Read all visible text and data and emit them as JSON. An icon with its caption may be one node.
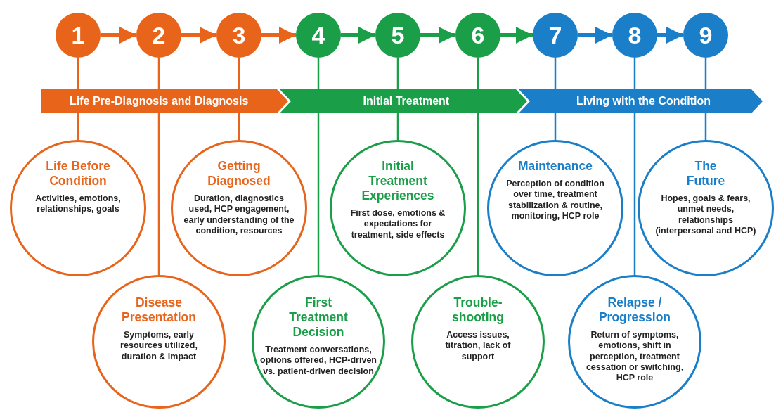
{
  "diagram": {
    "nodes": [
      {
        "text": [
          "1"
        ]
      },
      {
        "text": [
          "2"
        ]
      },
      {
        "text": [
          "3"
        ]
      },
      {
        "text": [
          "4"
        ]
      },
      {
        "text": [
          "5"
        ]
      },
      {
        "text": [
          "6"
        ]
      },
      {
        "text": [
          "7"
        ]
      },
      {
        "text": [
          "8"
        ]
      },
      {
        "text": [
          "9"
        ]
      },
      {
        "text": [
          "Life Pre-Diagnosis and Diagnosis"
        ]
      },
      {
        "text": [
          "Initial Treatment"
        ]
      },
      {
        "text": [
          "Living with the Condition"
        ]
      },
      {
        "text": [
          "Life Before Condition",
          "Activities, emotions, relationships, goals"
        ]
      },
      {
        "text": [
          "Disease Presentation",
          "Symptoms, early resources utilized, duration & impact"
        ]
      },
      {
        "text": [
          "Getting Diagnosed",
          "Duration, diagnostics used, HCP engagement, early understanding of the condition, resources"
        ]
      },
      {
        "text": [
          "First Treatment Decision",
          "Treatment conversations, options offered, HCP-driven vs. patient-driven decision"
        ]
      },
      {
        "text": [
          "Initial Treatment Experiences",
          "First dose, emotions & expectations for treatment, side effects"
        ]
      },
      {
        "text": [
          "Trouble-shooting",
          "Access issues, titration, lack of support"
        ]
      },
      {
        "text": [
          "Maintenance",
          "Perception of condition over time, treatment stabilization & routine, monitoring, HCP role"
        ]
      },
      {
        "text": [
          "Relapse / Progression",
          "Return of symptoms, emotions, shift in perception, treatment cessation or switching, HCP role"
        ]
      },
      {
        "text": [
          "The Future",
          "Hopes, goals & fears, unmet needs, relationships (interpersonal and HCP)"
        ]
      }
    ],
    "edges": [
      {
        "from": 0,
        "to": 1,
        "arrow": "to",
        "style": "thick",
        "color": "#e8641b"
      },
      {
        "from": 1,
        "to": 2,
        "arrow": "to",
        "style": "thick",
        "color": "#e8641b"
      },
      {
        "from": 2,
        "to": 3,
        "arrow": "to",
        "style": "thick",
        "color": "#e8641b"
      },
      {
        "from": 3,
        "to": 4,
        "arrow": "to",
        "style": "thick",
        "color": "#1a9e48"
      },
      {
        "from": 4,
        "to": 5,
        "arrow": "to",
        "style": "thick",
        "color": "#1a9e48"
      },
      {
        "from": 5,
        "to": 6,
        "arrow": "to",
        "style": "thick",
        "color": "#1a9e48"
      },
      {
        "from": 6,
        "to": 7,
        "arrow": "to",
        "style": "thick",
        "color": "#1a7fc8"
      },
      {
        "from": 7,
        "to": 8,
        "arrow": "to",
        "style": "thick",
        "color": "#1a7fc8"
      },
      {
        "from": 0,
        "to": 9,
        "arrow": "none",
        "color": "#e8641b"
      },
      {
        "from": 1,
        "to": 9,
        "arrow": "none",
        "color": "#e8641b"
      },
      {
        "from": 2,
        "to": 9,
        "arrow": "none",
        "color": "#e8641b"
      },
      {
        "from": 3,
        "to": 10,
        "arrow": "none",
        "color": "#1a9e48"
      },
      {
        "from": 4,
        "to": 10,
        "arrow": "none",
        "color": "#1a9e48"
      },
      {
        "from": 5,
        "to": 10,
        "arrow": "none",
        "color": "#1a9e48"
      },
      {
        "from": 6,
        "to": 11,
        "arrow": "none",
        "color": "#1a7fc8"
      },
      {
        "from": 7,
        "to": 11,
        "arrow": "none",
        "color": "#1a7fc8"
      },
      {
        "from": 8,
        "to": 11,
        "arrow": "none",
        "color": "#1a7fc8"
      },
      {
        "from": 9,
        "to": 12,
        "arrow": "none",
        "color": "#e8641b"
      },
      {
        "from": 9,
        "to": 13,
        "arrow": "none",
        "color": "#e8641b"
      },
      {
        "from": 9,
        "to": 14,
        "arrow": "none",
        "color": "#e8641b"
      },
      {
        "from": 10,
        "to": 15,
        "arrow": "none",
        "color": "#1a9e48"
      },
      {
        "from": 10,
        "to": 16,
        "arrow": "none",
        "color": "#1a9e48"
      },
      {
        "from": 10,
        "to": 17,
        "arrow": "none",
        "color": "#1a9e48"
      },
      {
        "from": 11,
        "to": 18,
        "arrow": "none",
        "color": "#1a7fc8"
      },
      {
        "from": 11,
        "to": 19,
        "arrow": "none",
        "color": "#1a7fc8"
      },
      {
        "from": 11,
        "to": 20,
        "arrow": "none",
        "color": "#1a7fc8"
      }
    ]
  }
}
